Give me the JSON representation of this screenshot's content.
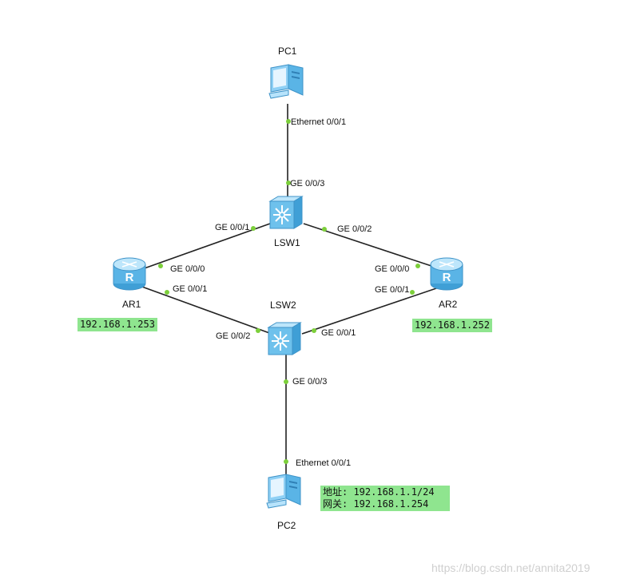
{
  "devices": {
    "pc1": {
      "name": "PC1",
      "icon": "pc-icon"
    },
    "pc2": {
      "name": "PC2",
      "icon": "pc-icon"
    },
    "lsw1": {
      "name": "LSW1",
      "icon": "switch-icon"
    },
    "lsw2": {
      "name": "LSW2",
      "icon": "switch-icon"
    },
    "ar1": {
      "name": "AR1",
      "icon": "router-icon"
    },
    "ar2": {
      "name": "AR2",
      "icon": "router-icon"
    }
  },
  "interfaces": {
    "pc1_eth": "Ethernet 0/0/1",
    "lsw1_ge3": "GE 0/0/3",
    "lsw1_ge1": "GE 0/0/1",
    "lsw1_ge2": "GE 0/0/2",
    "ar1_ge0": "GE 0/0/0",
    "ar1_ge1": "GE 0/0/1",
    "ar2_ge0": "GE 0/0/0",
    "ar2_ge1": "GE 0/0/1",
    "lsw2_ge2": "GE 0/0/2",
    "lsw2_ge1": "GE 0/0/1",
    "lsw2_ge3": "GE 0/0/3",
    "pc2_eth": "Ethernet 0/0/1"
  },
  "notes": {
    "ar1_ip": "192.168.1.253",
    "ar2_ip": "192.168.1.252",
    "pc2_addr": "地址: 192.168.1.1/24",
    "pc2_gw": "网关: 192.168.1.254"
  },
  "watermark": "https://blog.csdn.net/annita2019",
  "colors": {
    "link": "#222222",
    "port_dot": "#7ccf3a",
    "note_bg": "#8fe58f",
    "device_blue": "#5ab4e6"
  }
}
